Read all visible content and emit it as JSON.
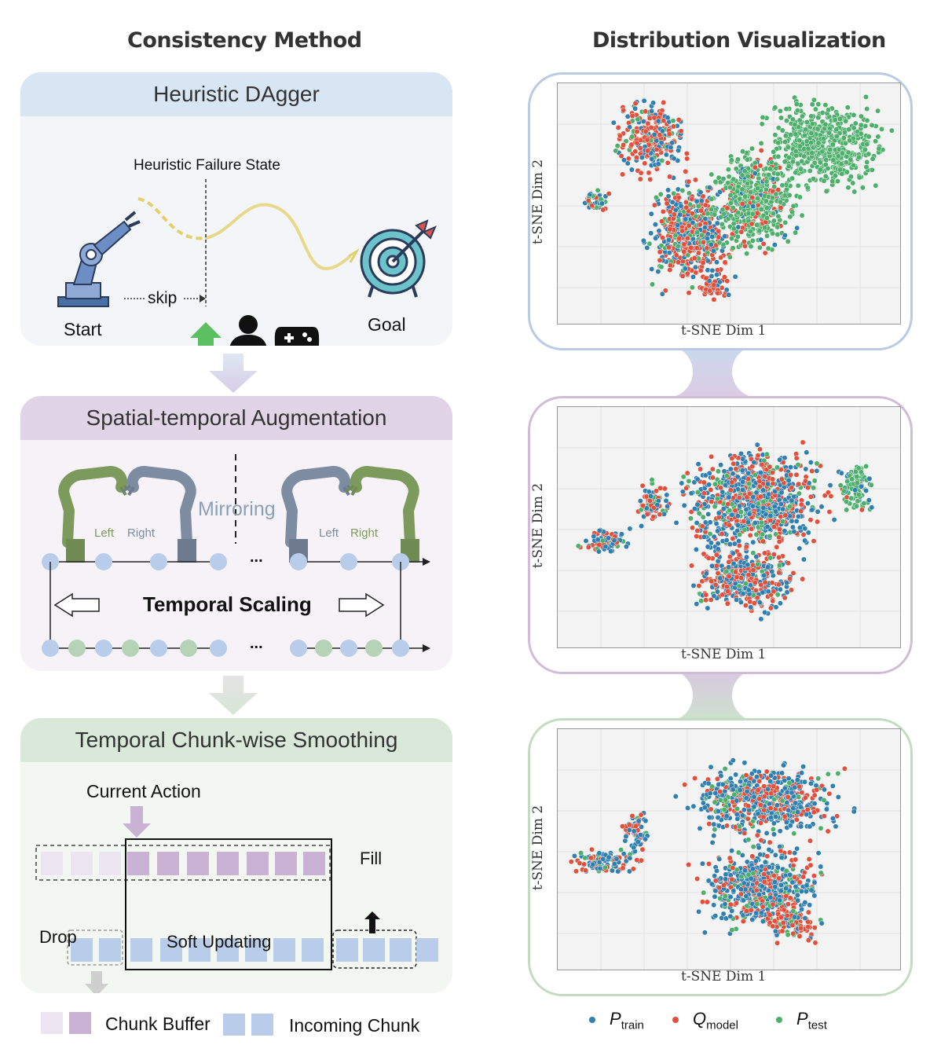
{
  "headers": {
    "left": "Consistency Method",
    "right": "Distribution Visualization"
  },
  "panel1": {
    "title": "Heuristic DAgger",
    "failure_label": "Heuristic Failure State",
    "skip_label": "skip",
    "start_label": "Start",
    "goal_label": "Goal",
    "icons": [
      "robot-arm-icon",
      "target-icon",
      "up-arrow-icon",
      "person-icon",
      "gamepad-icon"
    ]
  },
  "panel2": {
    "title": "Spatial-temporal Augmentation",
    "mirroring_label": "Mirroring",
    "left_label": "Left",
    "right_label": "Right",
    "temporal_label": "Temporal Scaling",
    "ellipsis": "..."
  },
  "panel3": {
    "title": "Temporal Chunk-wise Smoothing",
    "current_action_label": "Current Action",
    "fill_label": "Fill",
    "drop_label": "Drop",
    "soft_updating_label": "Soft Updating"
  },
  "legend_bottom": {
    "chunk_buffer": "Chunk Buffer",
    "incoming_chunk": "Incoming Chunk"
  },
  "colors": {
    "purple_block": "#c9b2d4",
    "light_purple_block": "#ede4f1",
    "blue_block": "#b9cdea",
    "panel1_head": "#d8e5f3",
    "panel2_head": "#e2d4e7",
    "panel3_head": "#d9e8d9",
    "p_train": "#2f7fb0",
    "q_model": "#e2503c",
    "p_test": "#4caf6a"
  },
  "chart_data": [
    {
      "type": "scatter",
      "xlabel": "t-SNE Dim 1",
      "ylabel": "t-SNE Dim 2",
      "grid": true,
      "series": [
        "P_train",
        "Q_model",
        "P_test"
      ]
    },
    {
      "type": "scatter",
      "xlabel": "t-SNE Dim 1",
      "ylabel": "t-SNE Dim 2",
      "grid": true,
      "series": [
        "P_train",
        "Q_model",
        "P_test"
      ]
    },
    {
      "type": "scatter",
      "xlabel": "t-SNE Dim 1",
      "ylabel": "t-SNE Dim 2",
      "grid": true,
      "series": [
        "P_train",
        "Q_model",
        "P_test"
      ]
    }
  ],
  "legend_right": [
    {
      "base": "P",
      "sub": "train"
    },
    {
      "base": "Q",
      "sub": "model"
    },
    {
      "base": "P",
      "sub": "test"
    }
  ]
}
